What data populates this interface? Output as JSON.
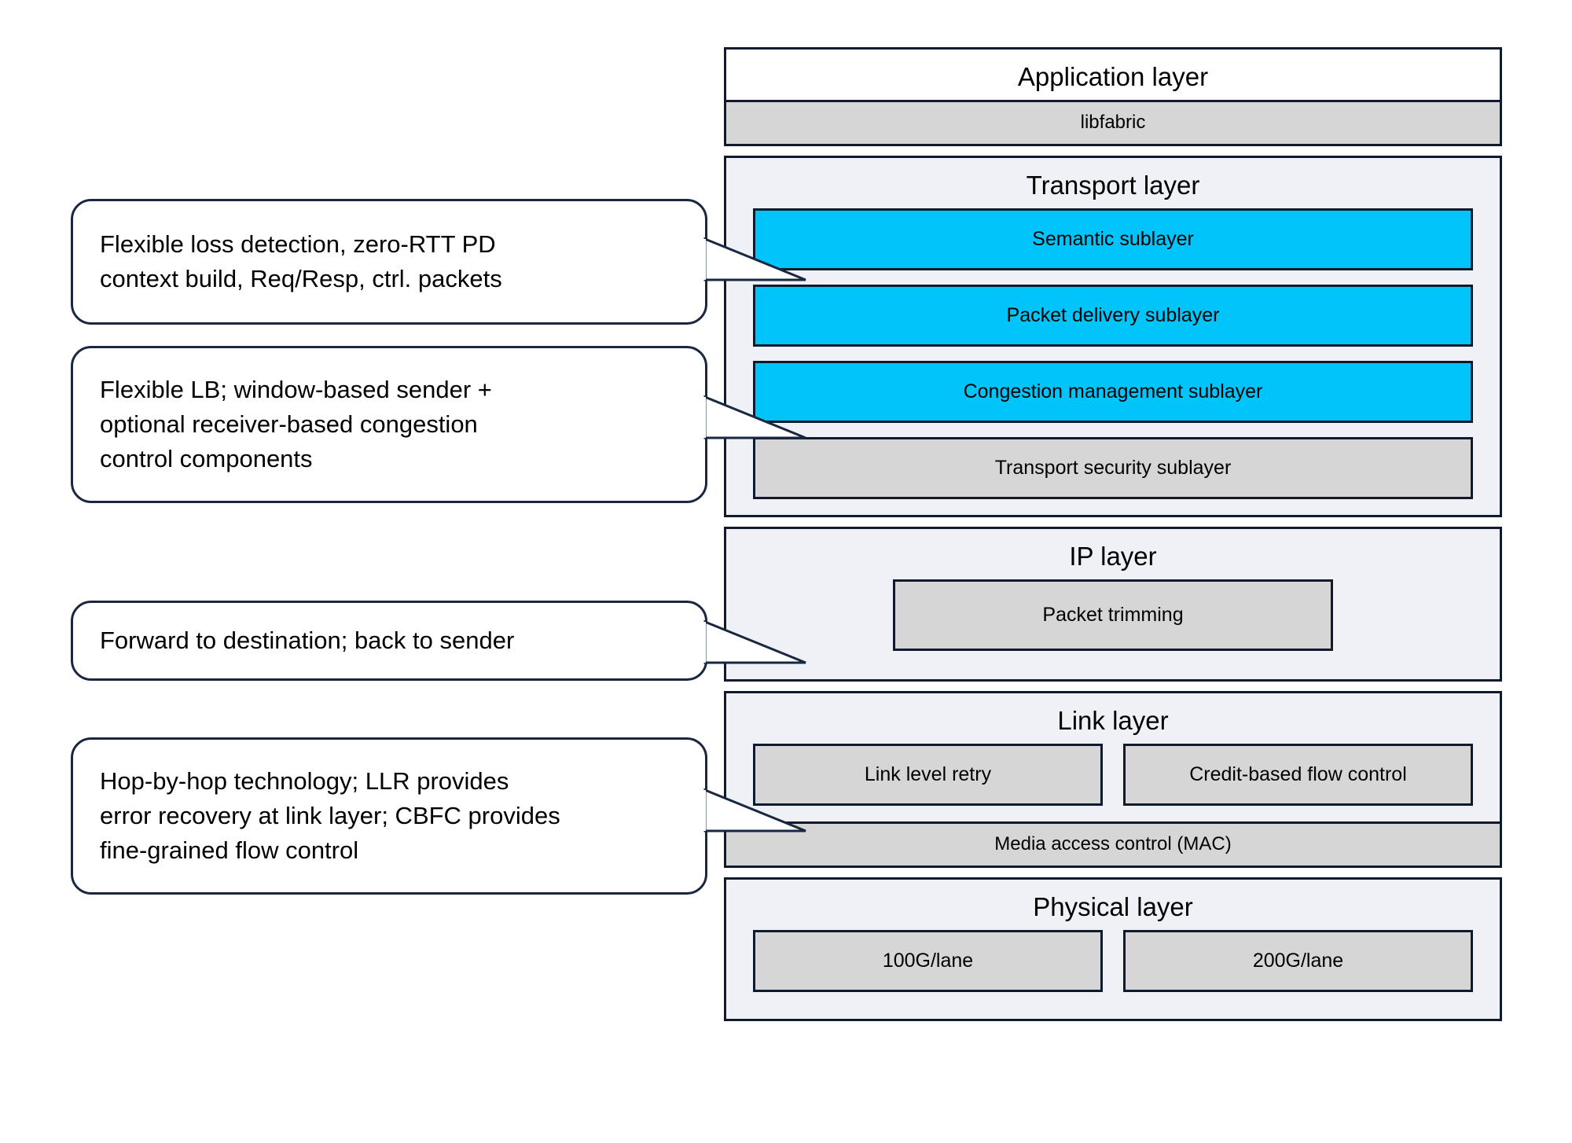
{
  "diagram": {
    "title": "Network protocol stack with annotation callouts",
    "colors": {
      "accent_cyan": "#00c4fa",
      "sub_gray": "#d6d6d6",
      "layer_bg": "#eff1f6",
      "border": "#0f1a2e",
      "page_bg": "#ffffff"
    },
    "layers": [
      {
        "name": "application-layer",
        "title": "Application layer",
        "fill": "white",
        "full_bar": {
          "label": "libfabric",
          "fill": "gray"
        },
        "sublayers": []
      },
      {
        "name": "transport-layer",
        "title": "Transport layer",
        "fill": "light",
        "sublayers": [
          {
            "label": "Semantic sublayer",
            "fill": "cyan"
          },
          {
            "label": "Packet delivery sublayer",
            "fill": "cyan"
          },
          {
            "label": "Congestion management sublayer",
            "fill": "cyan"
          },
          {
            "label": "Transport security sublayer",
            "fill": "gray"
          }
        ]
      },
      {
        "name": "ip-layer",
        "title": "IP layer",
        "fill": "light",
        "sublayers": [
          {
            "label": "Packet trimming",
            "fill": "gray"
          }
        ]
      },
      {
        "name": "link-layer",
        "title": "Link layer",
        "fill": "light",
        "full_bar": {
          "label": "Media access control (MAC)",
          "fill": "gray"
        },
        "sublayers": [
          {
            "label": "Link level retry",
            "fill": "gray"
          },
          {
            "label": "Credit-based flow control",
            "fill": "gray"
          }
        ]
      },
      {
        "name": "physical-layer",
        "title": "Physical layer",
        "fill": "light",
        "sublayers": [
          {
            "label": "100G/lane",
            "fill": "gray"
          },
          {
            "label": "200G/lane",
            "fill": "gray"
          }
        ]
      }
    ],
    "callouts": [
      {
        "name": "callout-semantic",
        "text": "Flexible loss detection, zero-RTT PD\ncontext build, Req/Resp, ctrl. packets",
        "points_to": "Semantic sublayer"
      },
      {
        "name": "callout-congestion",
        "text": "Flexible LB; window-based sender +\noptional receiver-based congestion\ncontrol components",
        "points_to": "Congestion management sublayer"
      },
      {
        "name": "callout-ip",
        "text": "Forward to destination; back to sender",
        "points_to": "Packet trimming"
      },
      {
        "name": "callout-link",
        "text": "Hop-by-hop technology; LLR provides\nerror recovery at link layer; CBFC provides\nfine-grained flow control",
        "points_to": "Link level retry"
      }
    ]
  }
}
